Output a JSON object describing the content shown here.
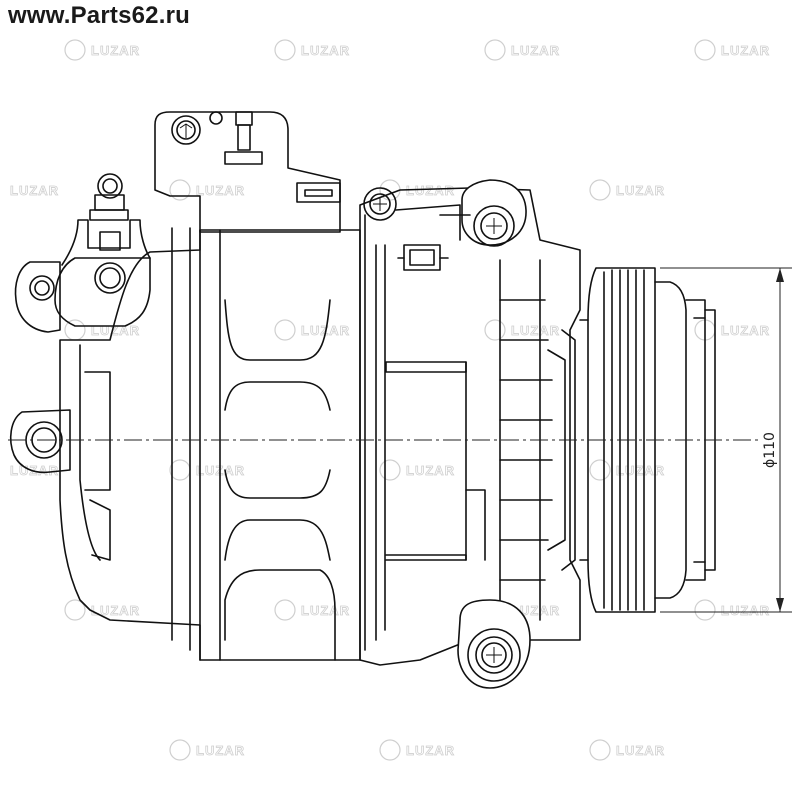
{
  "header": {
    "site": "www.Parts62.ru"
  },
  "watermark": {
    "brand": "LUZAR",
    "color": "#cfcfcf"
  },
  "dimension": {
    "label": "ϕ110"
  },
  "colors": {
    "line": "#111111",
    "background": "#ffffff"
  }
}
